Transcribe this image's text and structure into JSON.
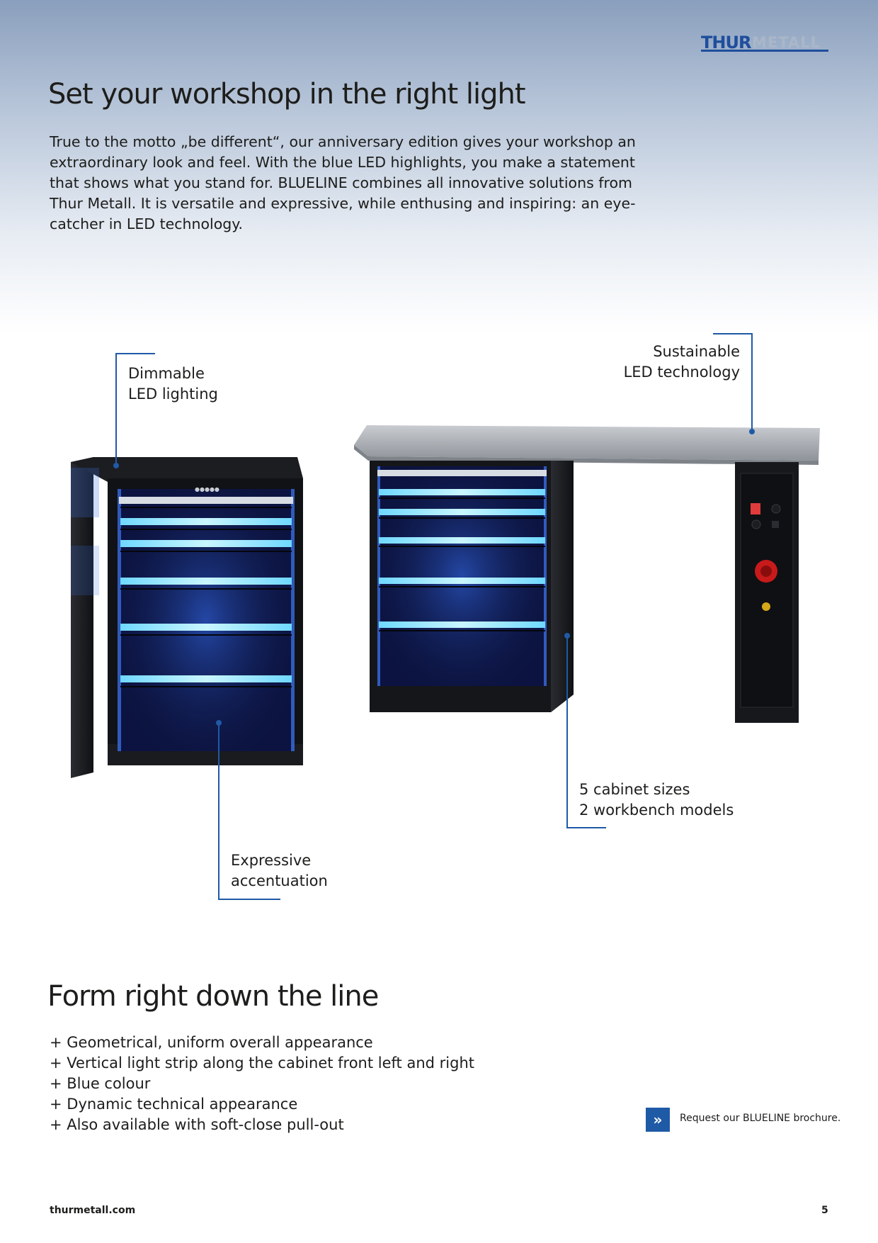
{
  "logo": {
    "part1": "THUR",
    "part2": "METALL"
  },
  "heading": "Set your workshop in the right light",
  "intro": "True to the motto „be different“, our anniversary edition gives your workshop an extraordinary look and feel. With the blue LED highlights, you make a statement that shows what you stand for. BLUELINE combines all innovative solutions from Thur Metall. It is versatile and expressive, while enthusing and inspiring: an eye-catcher in LED technology.",
  "callouts": {
    "dimmable": {
      "line1": "Dimmable",
      "line2": "LED lighting"
    },
    "sustainable": {
      "line1": "Sustainable",
      "line2": "LED technology"
    },
    "sizes": {
      "line1": "5 cabinet sizes",
      "line2": "2 workbench models"
    },
    "expressive": {
      "line1": "Expressive",
      "line2": "accentuation"
    }
  },
  "form": {
    "heading": "Form right down the line",
    "bullets": [
      "+ Geometrical, uniform overall appearance",
      "+ Vertical light strip along the cabinet front left and right",
      "+ Blue colour",
      "+ Dynamic technical appearance",
      "+ Also available with soft-close pull-out"
    ]
  },
  "request": {
    "icon": "double-chevron-right-icon",
    "glyph": "»",
    "text": "Request our BLUELINE brochure."
  },
  "footer": {
    "url": "thurmetall.com",
    "page": "5"
  },
  "colors": {
    "accent": "#1f5aa6",
    "led": "#8fe6ff",
    "cabinet": "#151518"
  }
}
